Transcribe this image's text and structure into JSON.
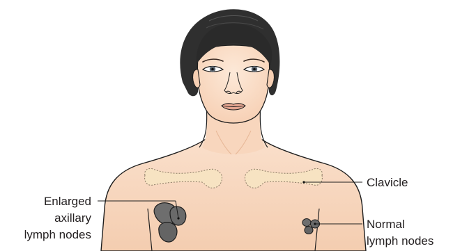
{
  "labels": {
    "enlarged": [
      "Enlarged",
      "axillary",
      "lymph nodes"
    ],
    "clavicle": "Clavicle",
    "normal": [
      "Normal",
      "lymph nodes"
    ]
  },
  "colors": {
    "skin": "#fbe0cb",
    "skin_shade": "#f1c4a6",
    "hair": "#2f2f2f",
    "outline": "#1e1e1e",
    "bone": "#f7e3c2",
    "node_fill": "#6e6e6e",
    "node_dark": "#505050"
  },
  "icons": {
    "figure": "woman-upper-body-illustration"
  }
}
